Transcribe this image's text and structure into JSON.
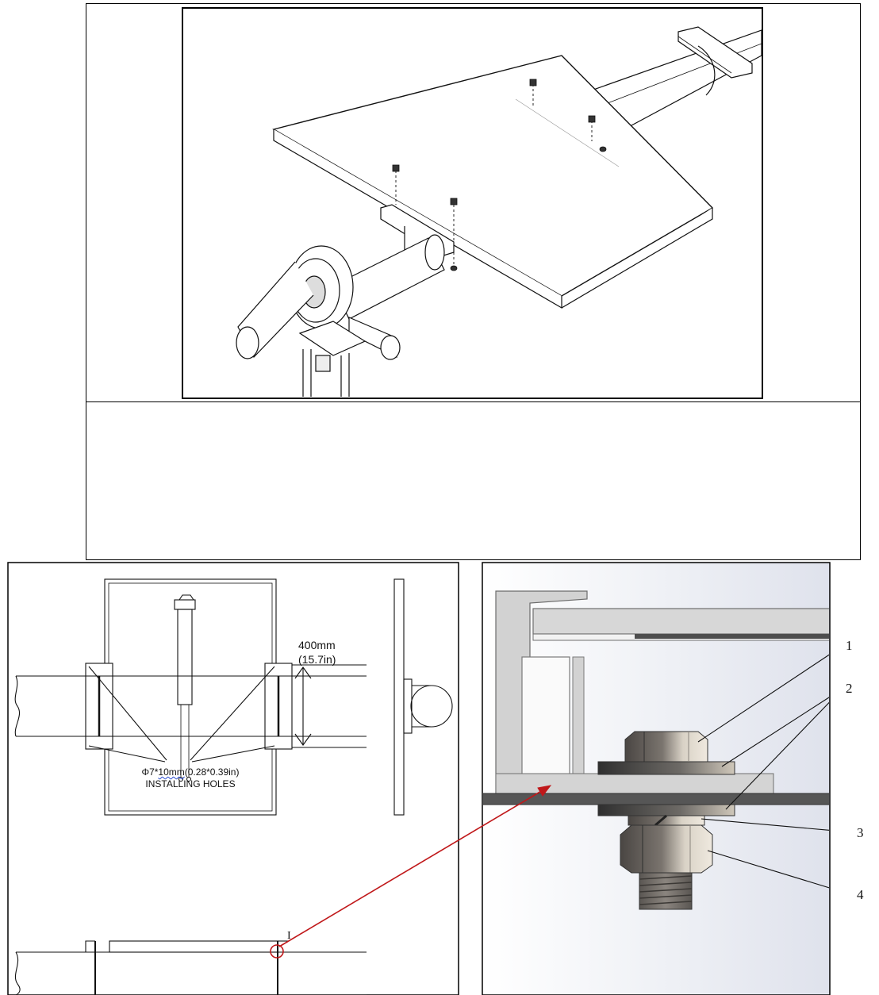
{
  "dimension": {
    "value": "400mm",
    "imperial": "(15.7in)"
  },
  "holes": {
    "prefix": "Φ7*",
    "size_underlined": "10mm",
    "imperial": "(0.28*0.39in)",
    "label": "INSTALLING HOLES"
  },
  "detail_marker": "I",
  "callouts": [
    "1",
    "2",
    "3",
    "4"
  ],
  "colors": {
    "line": "#111111",
    "arrow": "#c0181a",
    "frame_metal": "#c9c9c9",
    "plate": "#555555",
    "bolt_light": "#d8d0c4",
    "bolt_dark": "#5e5a56"
  }
}
